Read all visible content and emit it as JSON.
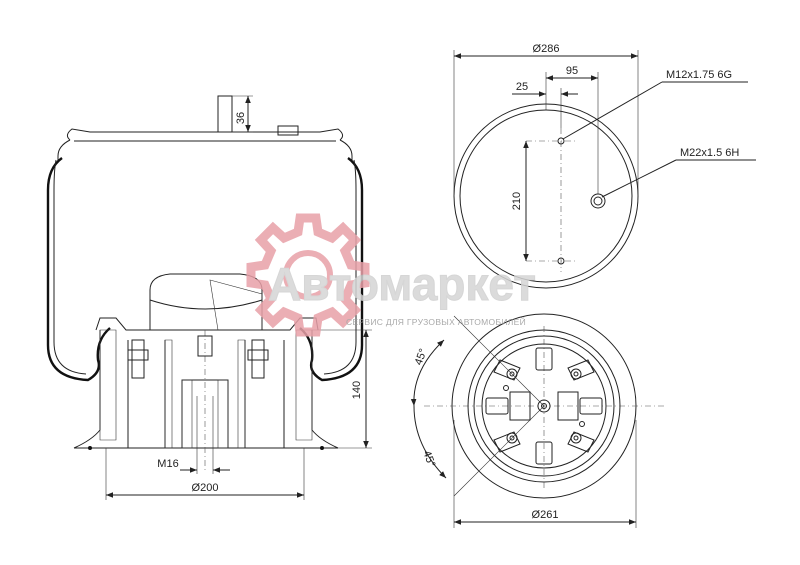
{
  "side_view": {
    "dimensions": {
      "top_stud": "36",
      "height_lower": "140",
      "thread_center": "M16",
      "base_diameter": "Ø200"
    }
  },
  "top_view": {
    "dimensions": {
      "outer_diameter": "Ø286",
      "offset_small": "25",
      "offset_large": "95",
      "hole_spacing": "210"
    },
    "callouts": {
      "small_thread": "M12x1.75 6G",
      "large_thread": "M22x1.5 6H"
    }
  },
  "bottom_view": {
    "dimensions": {
      "angle_top": "45°",
      "angle_bottom": "45°",
      "base_diameter": "Ø261"
    }
  },
  "watermark": {
    "brand": "Автомаркет",
    "tagline": "СЕРВИС ДЛЯ ГРУЗОВЫХ АВТОМОБИЛЕЙ",
    "color": "#e8a0a8"
  }
}
